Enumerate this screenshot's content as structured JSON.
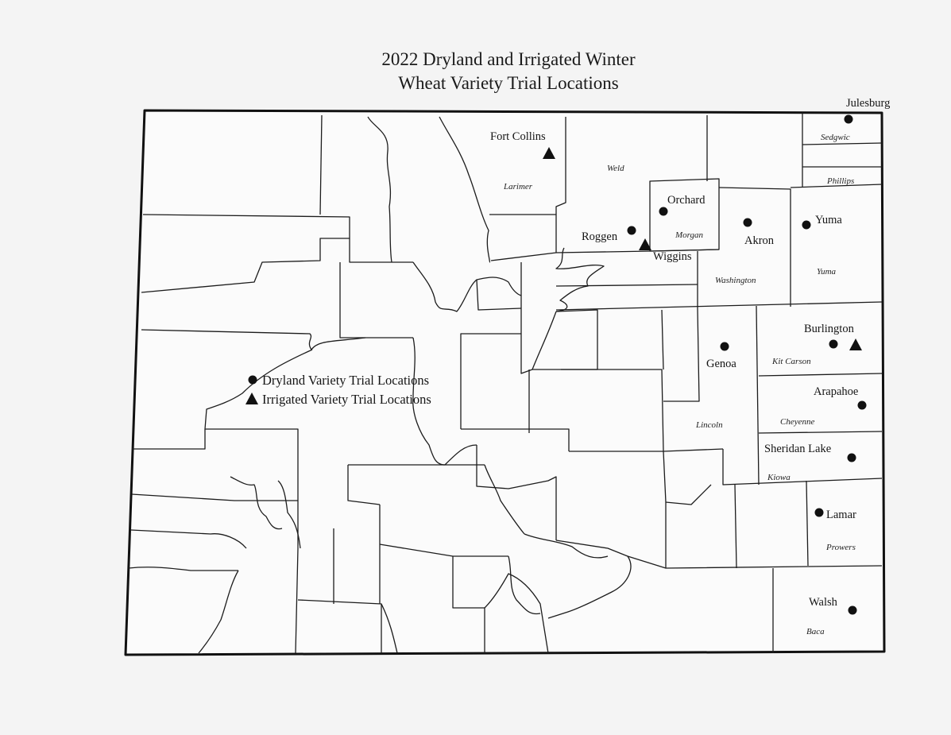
{
  "map": {
    "title_line1": "2022 Dryland and Irrigated Winter",
    "title_line2": "Wheat Variety Trial Locations",
    "legend": {
      "dryland": "Dryland Variety Trial Locations",
      "irrigated": "Irrigated Variety Trial Locations"
    },
    "towns": {
      "julesburg": "Julesburg",
      "fort_collins": "Fort Collins",
      "orchard": "Orchard",
      "roggen": "Roggen",
      "wiggins": "Wiggins",
      "akron": "Akron",
      "yuma": "Yuma",
      "burlington": "Burlington",
      "genoa": "Genoa",
      "arapahoe": "Arapahoe",
      "sheridan_lake": "Sheridan Lake",
      "lamar": "Lamar",
      "walsh": "Walsh"
    },
    "counties": {
      "sedgwick": "Sedgwic",
      "phillips": "Phillips",
      "weld": "Weld",
      "larimer": "Larimer",
      "morgan": "Morgan",
      "washington": "Washington",
      "yuma": "Yuma",
      "kit_carson": "Kit Carson",
      "cheyenne": "Cheyenne",
      "lincoln": "Lincoln",
      "kiowa": "Kiowa",
      "prowers": "Prowers",
      "baca": "Baca"
    },
    "symbols": {
      "dryland": "dot",
      "irrigated": "triangle"
    }
  }
}
